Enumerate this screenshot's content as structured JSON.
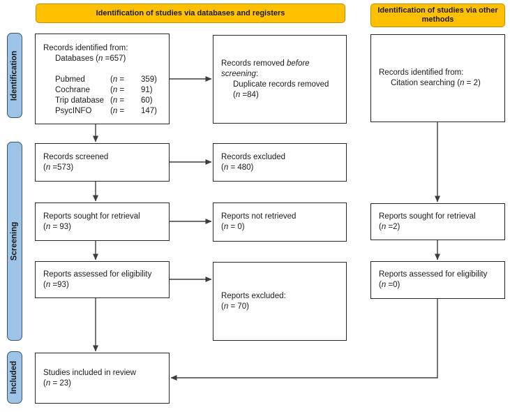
{
  "headers": {
    "databases_registers": "Identification of studies via databases and registers",
    "other_methods": "Identification of studies via other methods"
  },
  "stage_labels": {
    "identification": "Identification",
    "screening": "Screening",
    "included": "Included"
  },
  "colors": {
    "header_fill": "#FFC000",
    "header_border": "#BF8F00",
    "stage_fill": "#9DC3E6",
    "stage_border": "#39536E",
    "box_border": "#262626",
    "line": "#3d3d3d"
  },
  "boxes": {
    "records_identified": {
      "lines": [
        {
          "seg": [
            {
              "t": "Records identified from:"
            }
          ]
        },
        {
          "indent": true,
          "seg": [
            {
              "t": "Databases ("
            },
            {
              "t": "n",
              "i": true
            },
            {
              "t": " =657)"
            }
          ]
        },
        {
          "blank": true
        }
      ],
      "db_rows": [
        [
          [
            {
              "t": "Pubmed"
            }
          ],
          [
            {
              "t": "("
            },
            {
              "t": "n",
              "i": true
            },
            {
              "t": " ="
            }
          ],
          [
            {
              "t": "359)"
            }
          ]
        ],
        [
          [
            {
              "t": "Cochrane"
            }
          ],
          [
            {
              "t": "("
            },
            {
              "t": "n",
              "i": true
            },
            {
              "t": " ="
            }
          ],
          [
            {
              "t": "91)"
            }
          ]
        ],
        [
          [
            {
              "t": "Trip database"
            }
          ],
          [
            {
              "t": "("
            },
            {
              "t": "n",
              "i": true
            },
            {
              "t": " ="
            }
          ],
          [
            {
              "t": "60)"
            }
          ]
        ],
        [
          [
            {
              "t": "PsycINFO"
            }
          ],
          [
            {
              "t": "("
            },
            {
              "t": "n",
              "i": true
            },
            {
              "t": " ="
            }
          ],
          [
            {
              "t": "147)"
            }
          ]
        ]
      ]
    },
    "records_removed": {
      "lines": [
        {
          "seg": [
            {
              "t": "Records removed "
            },
            {
              "t": "before screening",
              "i": true
            },
            {
              "t": ":"
            }
          ]
        },
        {
          "indent": true,
          "seg": [
            {
              "t": "Duplicate records removed"
            }
          ]
        },
        {
          "indent": true,
          "seg": [
            {
              "t": "("
            },
            {
              "t": "n",
              "i": true
            },
            {
              "t": " =84)"
            }
          ]
        }
      ]
    },
    "citation_identified": {
      "lines": [
        {
          "seg": [
            {
              "t": "Records identified from:"
            }
          ]
        },
        {
          "indent": true,
          "seg": [
            {
              "t": "Citation searching ("
            },
            {
              "t": "n",
              "i": true
            },
            {
              "t": " = 2)"
            }
          ]
        }
      ]
    },
    "records_screened": {
      "lines": [
        {
          "seg": [
            {
              "t": "Records screened"
            }
          ]
        },
        {
          "seg": [
            {
              "t": "("
            },
            {
              "t": "n",
              "i": true
            },
            {
              "t": " =573)"
            }
          ]
        }
      ]
    },
    "records_excluded": {
      "lines": [
        {
          "seg": [
            {
              "t": "Records excluded"
            }
          ]
        },
        {
          "seg": [
            {
              "t": "("
            },
            {
              "t": "n",
              "i": true
            },
            {
              "t": " = 480)"
            }
          ]
        }
      ]
    },
    "reports_sought": {
      "lines": [
        {
          "seg": [
            {
              "t": "Reports sought for retrieval"
            }
          ]
        },
        {
          "seg": [
            {
              "t": "("
            },
            {
              "t": "n",
              "i": true
            },
            {
              "t": " = 93)"
            }
          ]
        }
      ]
    },
    "reports_not_retrieved": {
      "lines": [
        {
          "seg": [
            {
              "t": "Reports not retrieved"
            }
          ]
        },
        {
          "seg": [
            {
              "t": "("
            },
            {
              "t": "n",
              "i": true
            },
            {
              "t": " = 0)"
            }
          ]
        }
      ]
    },
    "reports_sought_other": {
      "lines": [
        {
          "seg": [
            {
              "t": "Reports sought for retrieval"
            }
          ]
        },
        {
          "seg": [
            {
              "t": "("
            },
            {
              "t": "n",
              "i": true
            },
            {
              "t": " =2)"
            }
          ]
        }
      ]
    },
    "reports_assessed": {
      "lines": [
        {
          "seg": [
            {
              "t": "Reports assessed for eligibility"
            }
          ]
        },
        {
          "seg": [
            {
              "t": "("
            },
            {
              "t": "n",
              "i": true
            },
            {
              "t": " =93)"
            }
          ]
        }
      ]
    },
    "reports_excluded": {
      "lines": [
        {
          "seg": [
            {
              "t": "Reports excluded:"
            }
          ]
        },
        {
          "seg": [
            {
              "t": "("
            },
            {
              "t": "n",
              "i": true
            },
            {
              "t": " = 70)"
            }
          ]
        }
      ]
    },
    "reports_assessed_other": {
      "lines": [
        {
          "seg": [
            {
              "t": "Reports assessed for eligibility"
            }
          ]
        },
        {
          "seg": [
            {
              "t": "("
            },
            {
              "t": "n",
              "i": true
            },
            {
              "t": " =0)"
            }
          ]
        }
      ]
    },
    "studies_included": {
      "lines": [
        {
          "seg": [
            {
              "t": "Studies included in review"
            }
          ]
        },
        {
          "seg": [
            {
              "t": "("
            },
            {
              "t": "n",
              "i": true
            },
            {
              "t": " = 23)"
            }
          ]
        }
      ]
    }
  }
}
